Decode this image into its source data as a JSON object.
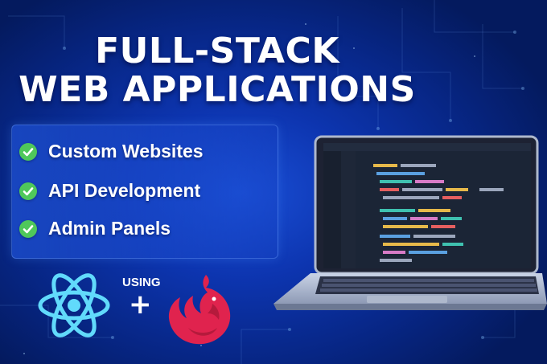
{
  "headline": {
    "line1": "FULL-STACK",
    "line2": "WEB APPLICATIONS"
  },
  "features": [
    {
      "label": "Custom Websites",
      "icon": "check-icon"
    },
    {
      "label": "API Development",
      "icon": "check-icon"
    },
    {
      "label": "Admin Panels",
      "icon": "check-icon"
    }
  ],
  "tech": {
    "connector": "USING",
    "left_logo": "react-logo",
    "right_logo": "nestjs-logo",
    "plus": "+"
  },
  "colors": {
    "accent_green": "#4fc85a",
    "nest_red": "#e0234e",
    "react_cyan": "#61dafb",
    "bg_blue": "#0d35b0"
  }
}
